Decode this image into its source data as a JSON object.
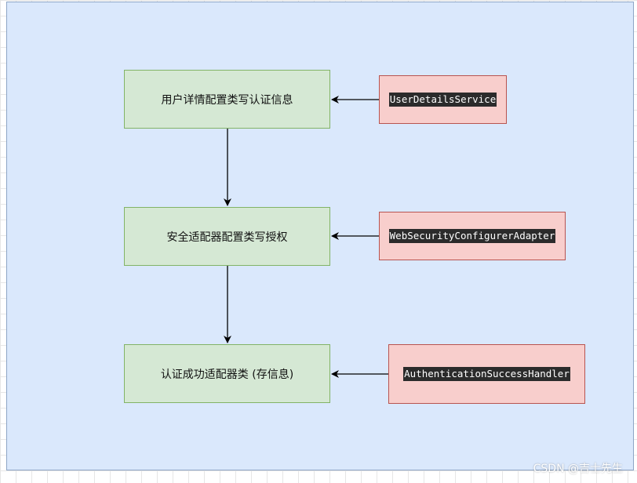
{
  "diagram": {
    "steps": [
      {
        "label": "用户详情配置类写认证信息",
        "class_name": "UserDetailsService"
      },
      {
        "label": "安全适配器配置类写授权",
        "class_name": "WebSecurityConfigurerAdapter"
      },
      {
        "label": "认证成功适配器类 (存信息)",
        "class_name": "AuthenticationSuccessHandler"
      }
    ]
  },
  "watermark": "CSDN @吉士先生",
  "colors": {
    "canvas_fill": "#dae8fc",
    "step_fill": "#d5e8d4",
    "step_border": "#82b366",
    "class_fill": "#f8cecc",
    "class_border": "#b85450",
    "code_bg": "#2b2b2b"
  }
}
